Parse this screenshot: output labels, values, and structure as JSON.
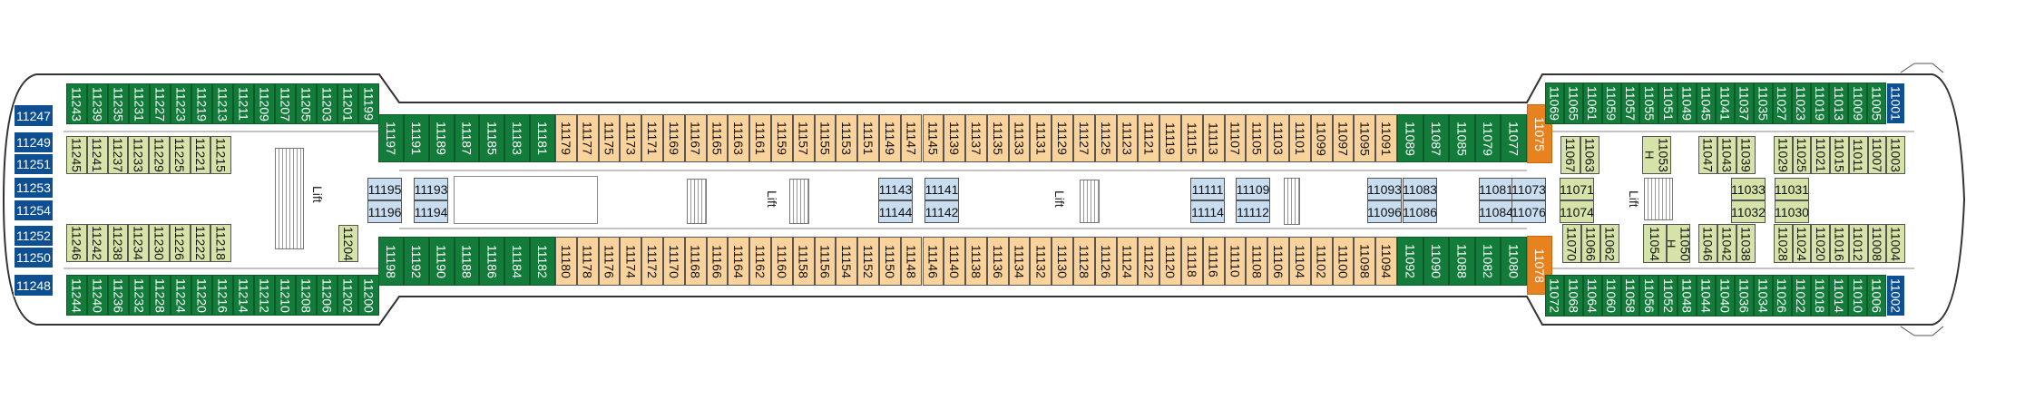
{
  "title": "Deck 11 cabin plan",
  "labels": {
    "lift": "Lift",
    "hcp": "H"
  },
  "colors": {
    "balcony": "#137c3b",
    "oceanview": "#f9d39b",
    "inside": "#d6e3a8",
    "inside_interior": "#c8ddf0",
    "suite": "#0e4f92",
    "special": "#e8821e"
  },
  "cabins": {
    "fwd_suites": [
      "11247",
      "11249",
      "11251",
      "11253",
      "11254",
      "11252",
      "11250",
      "11248"
    ],
    "left_top": [
      "11243",
      "11239",
      "11235",
      "11231",
      "11227",
      "11223",
      "11219",
      "11213",
      "11211",
      "11209",
      "11207",
      "11205",
      "11203",
      "11201",
      "11199"
    ],
    "left_bottom": [
      "11244",
      "11240",
      "11236",
      "11232",
      "11228",
      "11224",
      "11220",
      "11216",
      "11214",
      "11212",
      "11210",
      "11208",
      "11206",
      "11202",
      "11200"
    ],
    "left_inner_top": [
      "11245",
      "11241",
      "11237",
      "11233",
      "11229",
      "11225",
      "11221",
      "11215"
    ],
    "left_inner_bottom": [
      "11246",
      "11242",
      "11238",
      "11234",
      "11230",
      "11226",
      "11222",
      "11218"
    ],
    "small_inner": [
      "11204"
    ],
    "mid_top_green_a": [
      "11197",
      "11191",
      "11189",
      "11187",
      "11185",
      "11183",
      "11181"
    ],
    "mid_top_tan": [
      "11179",
      "11177",
      "11175",
      "11173",
      "11171",
      "11169",
      "11167",
      "11165",
      "11163",
      "11161",
      "11159",
      "11157",
      "11155",
      "11153",
      "11151",
      "11149",
      "11147",
      "11145",
      "11139",
      "11137",
      "11135",
      "11133",
      "11131",
      "11129",
      "11127",
      "11125",
      "11123",
      "11121",
      "11119",
      "11115",
      "11113",
      "11107",
      "11105",
      "11103",
      "11101",
      "11099",
      "11097",
      "11095",
      "11091"
    ],
    "mid_top_green_b": [
      "11089",
      "11087",
      "11085",
      "11079",
      "11077"
    ],
    "mid_top_special": [
      "11075"
    ],
    "mid_bottom_green_a": [
      "11198",
      "11192",
      "11190",
      "11188",
      "11186",
      "11184",
      "11182"
    ],
    "mid_bottom_tan": [
      "11180",
      "11178",
      "11176",
      "11174",
      "11172",
      "11170",
      "11168",
      "11166",
      "11164",
      "11162",
      "11160",
      "11158",
      "11156",
      "11154",
      "11152",
      "11150",
      "11148",
      "11146",
      "11140",
      "11138",
      "11136",
      "11134",
      "11132",
      "11130",
      "11128",
      "11126",
      "11124",
      "11122",
      "11120",
      "11118",
      "11116",
      "11110",
      "11108",
      "11106",
      "11104",
      "11102",
      "11100",
      "11098",
      "11094"
    ],
    "mid_bottom_green_b": [
      "11092",
      "11090",
      "11088",
      "11082",
      "11080"
    ],
    "mid_bottom_special": [
      "11078"
    ],
    "center_pairs": [
      [
        "11195",
        "11196"
      ],
      [
        "11193",
        "11194"
      ],
      [
        "11143",
        "11144"
      ],
      [
        "11141",
        "11142"
      ],
      [
        "11111",
        "11114"
      ],
      [
        "11109",
        "11112"
      ],
      [
        "11093",
        "11096"
      ],
      [
        "11083",
        "11086"
      ],
      [
        "11081",
        "11084"
      ],
      [
        "11073",
        "11076"
      ],
      [
        "11071",
        "11074"
      ],
      [
        "11033",
        "11032"
      ],
      [
        "11031",
        "11030"
      ]
    ],
    "right_top": [
      "11069",
      "11065",
      "11061",
      "11059",
      "11057",
      "11055",
      "11051",
      "11049",
      "11045",
      "11041",
      "11037",
      "11035",
      "11027",
      "11023",
      "11019",
      "11013",
      "11009",
      "11005",
      "11001"
    ],
    "right_bottom": [
      "11072",
      "11068",
      "11064",
      "11060",
      "11058",
      "11056",
      "11052",
      "11048",
      "11044",
      "11040",
      "11036",
      "11034",
      "11026",
      "11022",
      "11018",
      "11014",
      "11010",
      "11006",
      "11002"
    ],
    "right_inner_top": [
      [
        "11067",
        "11063"
      ],
      [
        "11053"
      ],
      [
        "11047",
        "11043",
        "11039"
      ],
      [
        "11029",
        "11025",
        "11021",
        "11015",
        "11011",
        "11007",
        "11003"
      ]
    ],
    "right_inner_bottom": [
      [
        "11070",
        "11066",
        "11062"
      ],
      [
        "11054",
        "11050"
      ],
      [
        "11046",
        "11042",
        "11038"
      ],
      [
        "11028",
        "11024",
        "11020",
        "11016",
        "11012",
        "11008",
        "11004"
      ]
    ],
    "hcp_cabins": [
      "11053",
      "11050"
    ]
  }
}
